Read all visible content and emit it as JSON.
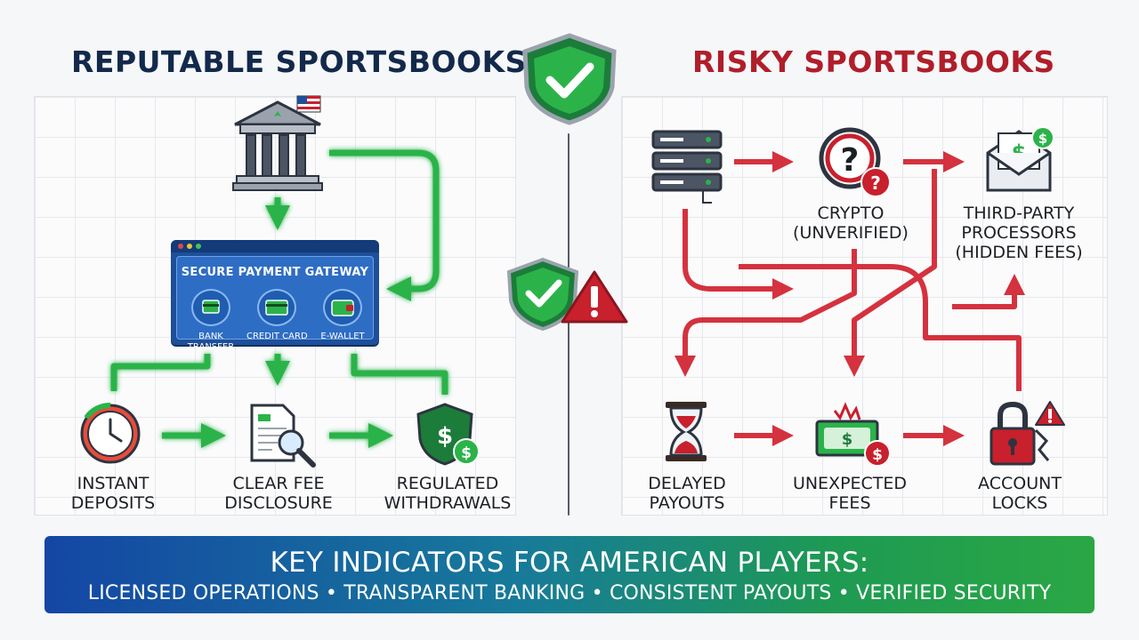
{
  "titles": {
    "left": "REPUTABLE SPORTSBOOKS",
    "right": "RISKY SPORTSBOOKS"
  },
  "gateway": {
    "title": "SECURE PAYMENT GATEWAY",
    "options": [
      {
        "line1": "BANK",
        "line2": "TRANSFER",
        "icon": "bank-card-icon"
      },
      {
        "line1": "CREDIT CARD",
        "line2": "",
        "icon": "credit-card-icon"
      },
      {
        "line1": "E-WALLET",
        "line2": "",
        "icon": "wallet-icon"
      }
    ]
  },
  "reputable": [
    {
      "line1": "INSTANT",
      "line2": "DEPOSITS",
      "icon": "clock-icon"
    },
    {
      "line1": "CLEAR FEE",
      "line2": "DISCLOSURE",
      "icon": "document-magnifier-icon"
    },
    {
      "line1": "REGULATED",
      "line2": "WITHDRAWALS",
      "icon": "shield-dollar-icon"
    }
  ],
  "risky_top": [
    {
      "line1": "CRYPTO",
      "line2": "(UNVERIFIED)",
      "line3": "",
      "icon": "question-icon"
    },
    {
      "line1": "THIRD-PARTY",
      "line2": "PROCESSORS",
      "line3": "(HIDDEN FEES)",
      "icon": "envelope-dollar-icon"
    }
  ],
  "risky": [
    {
      "line1": "DELAYED",
      "line2": "PAYOUTS",
      "icon": "hourglass-icon"
    },
    {
      "line1": "UNEXPECTED",
      "line2": "FEES",
      "icon": "cash-warning-icon"
    },
    {
      "line1": "ACCOUNT",
      "line2": "LOCKS",
      "icon": "padlock-warning-icon"
    }
  ],
  "banner": {
    "heading": "KEY INDICATORS FOR AMERICAN PLAYERS:",
    "subheading": "LICENSED OPERATIONS • TRANSPARENT BANKING • CONSISTENT PAYOUTS • VERIFIED SECURITY"
  },
  "colors": {
    "navy": "#13294b",
    "red": "#b01e2a",
    "green": "#2bb34a",
    "arrow_red": "#d1222e",
    "gateway_blue": "#1d4f9a"
  }
}
